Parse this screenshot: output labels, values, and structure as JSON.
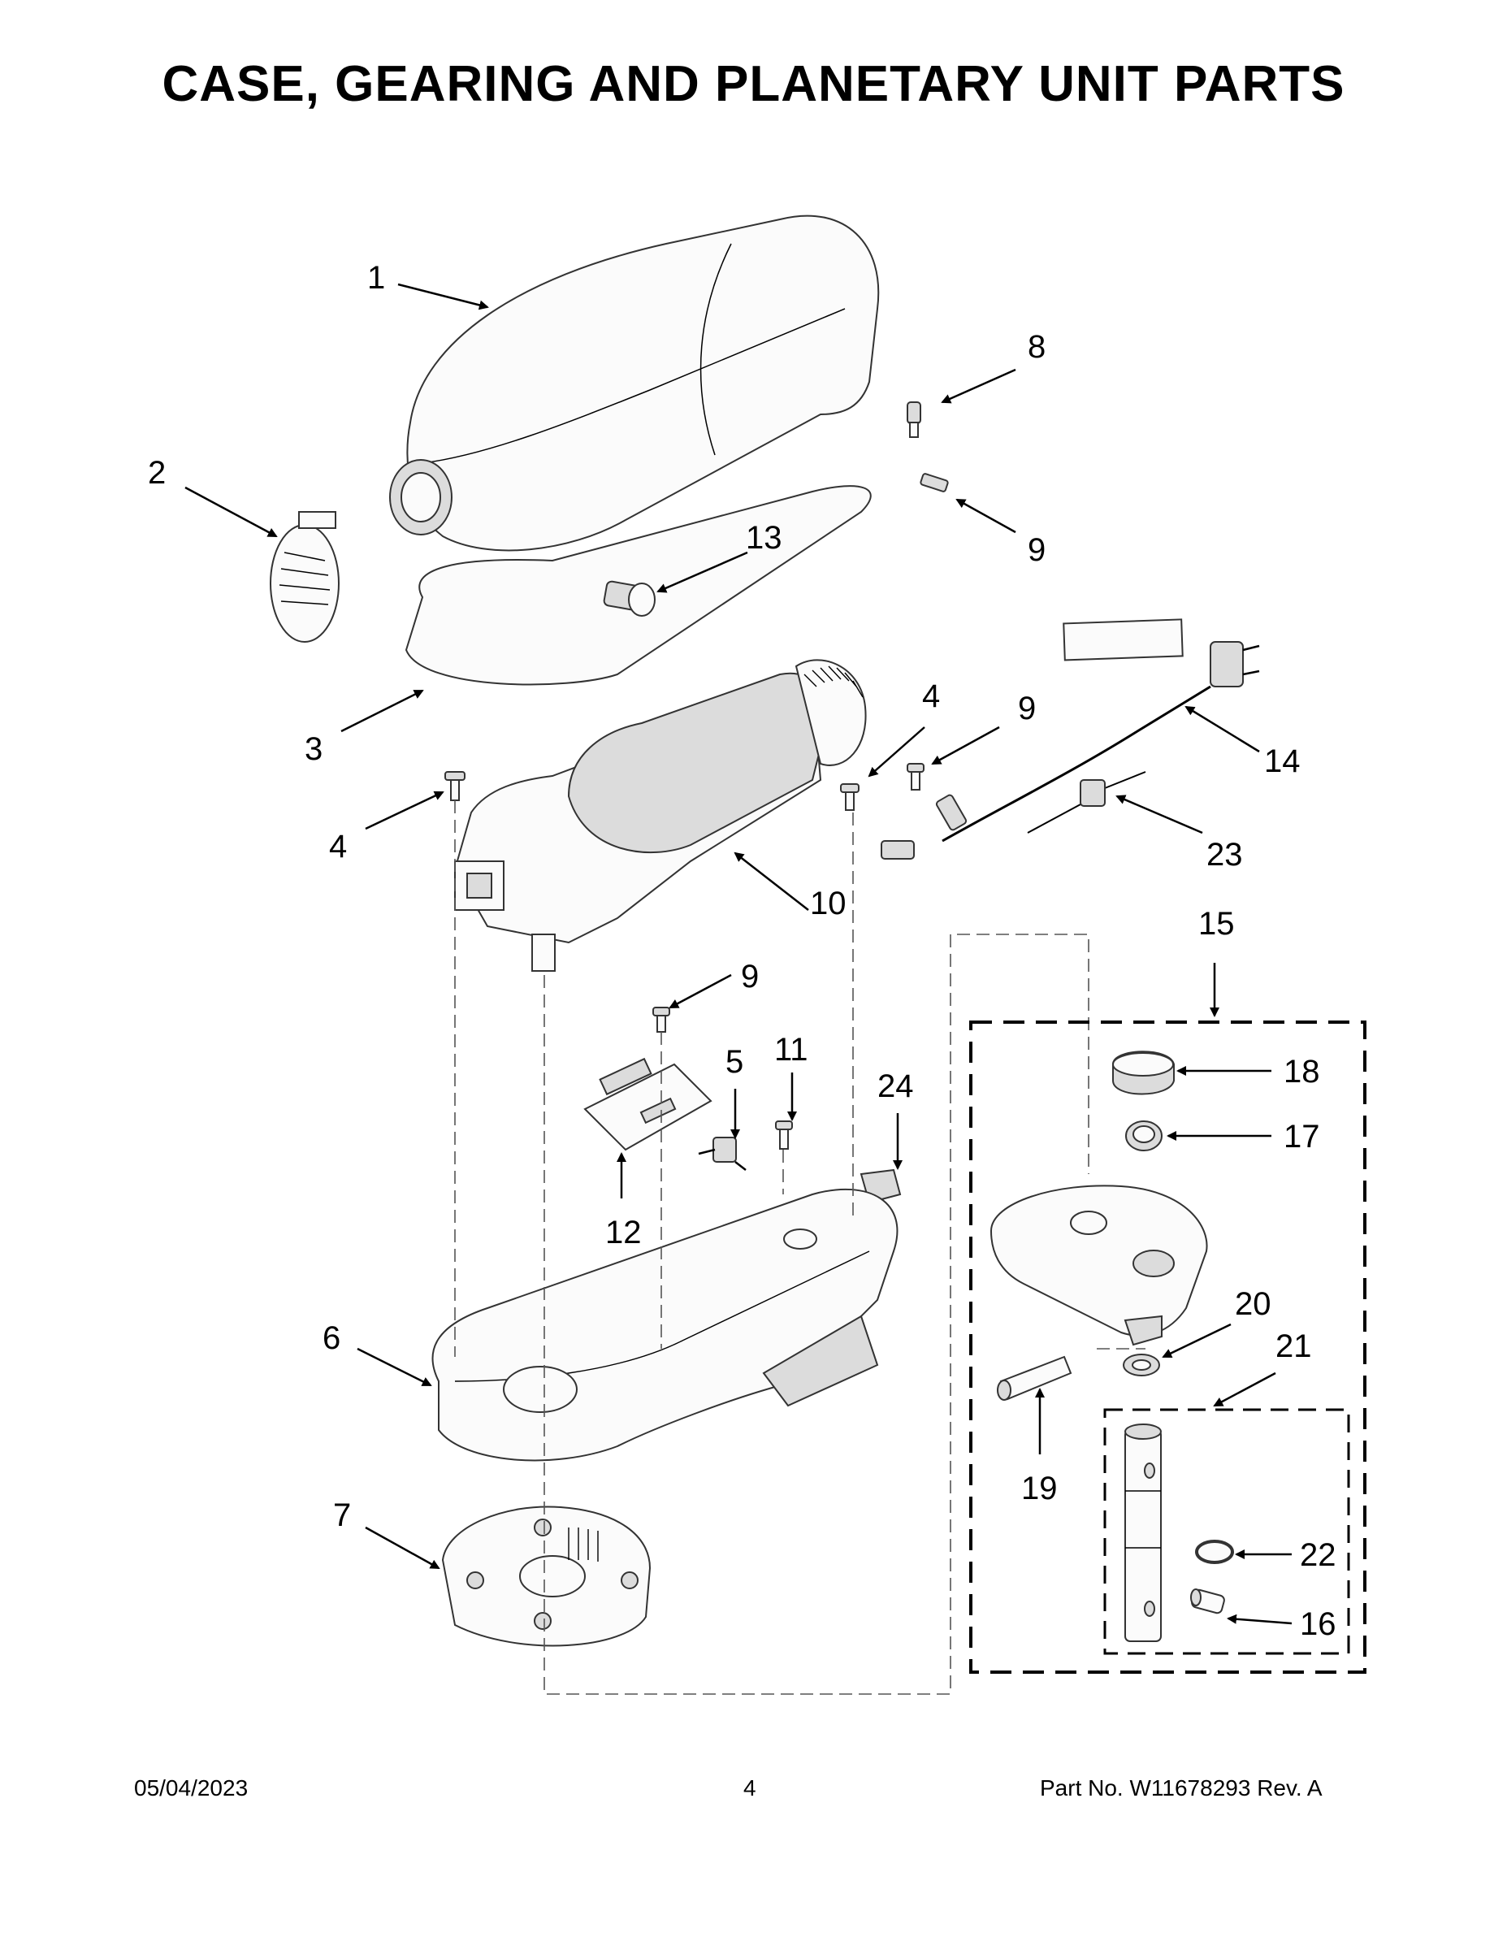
{
  "title": "CASE, GEARING AND PLANETARY UNIT PARTS",
  "footer": {
    "date": "05/04/2023",
    "page": "4",
    "part": "Part No.  W11678293  Rev.  A"
  },
  "callouts": [
    {
      "id": "c1",
      "label": "1"
    },
    {
      "id": "c2",
      "label": "2"
    },
    {
      "id": "c3",
      "label": "3"
    },
    {
      "id": "c4a",
      "label": "4"
    },
    {
      "id": "c4b",
      "label": "4"
    },
    {
      "id": "c5",
      "label": "5"
    },
    {
      "id": "c6",
      "label": "6"
    },
    {
      "id": "c7",
      "label": "7"
    },
    {
      "id": "c8",
      "label": "8"
    },
    {
      "id": "c9a",
      "label": "9"
    },
    {
      "id": "c9b",
      "label": "9"
    },
    {
      "id": "c9c",
      "label": "9"
    },
    {
      "id": "c10",
      "label": "10"
    },
    {
      "id": "c11",
      "label": "11"
    },
    {
      "id": "c12",
      "label": "12"
    },
    {
      "id": "c13",
      "label": "13"
    },
    {
      "id": "c14",
      "label": "14"
    },
    {
      "id": "c15",
      "label": "15"
    },
    {
      "id": "c16",
      "label": "16"
    },
    {
      "id": "c17",
      "label": "17"
    },
    {
      "id": "c18",
      "label": "18"
    },
    {
      "id": "c19",
      "label": "19"
    },
    {
      "id": "c20",
      "label": "20"
    },
    {
      "id": "c21",
      "label": "21"
    },
    {
      "id": "c22",
      "label": "22"
    },
    {
      "id": "c23",
      "label": "23"
    },
    {
      "id": "c24",
      "label": "24"
    }
  ]
}
